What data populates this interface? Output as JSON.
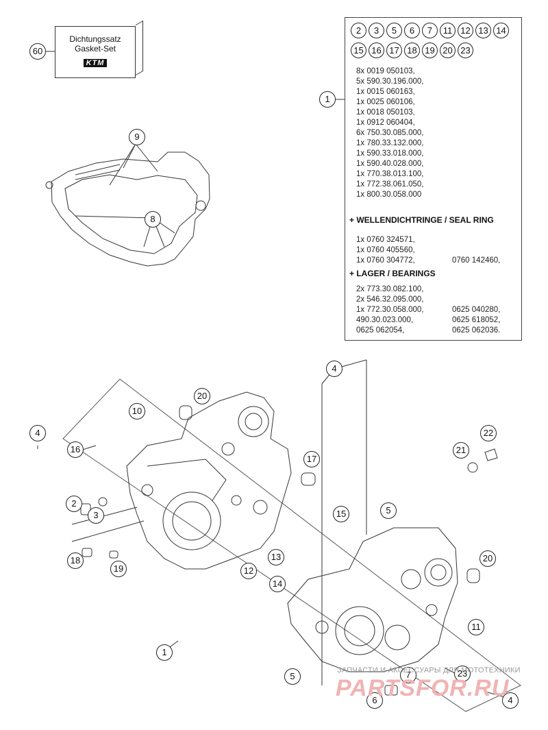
{
  "gasket_set": {
    "label_de": "Dichtungssatz",
    "label_en": "Gasket-Set",
    "logo": "KTM",
    "part_no": "60"
  },
  "legend": {
    "circle_numbers": [
      "2",
      "3",
      "5",
      "6",
      "7",
      "11",
      "12",
      "13",
      "14",
      "15",
      "16",
      "17",
      "18",
      "19",
      "20",
      "23"
    ],
    "part_no": "1",
    "parts": [
      "8x 0019 050103,",
      "5x 590.30.196.000,",
      "1x 0015 060163,",
      "1x 0025 060106,",
      "1x 0018 050103,",
      "1x 0912 060404,",
      "6x 750.30.085.000,",
      "1x 780.33.132.000,",
      "1x 590.33.018.000,",
      "1x 590.40.028.000,",
      "1x 770.38.013.100,",
      "1x 772.38.061.050,",
      "1x 800.30.058.000"
    ],
    "seal_heading": "+ WELLENDICHTRINGE /  SEAL RING",
    "seals_left": [
      "1x 0760 324571,",
      "1x 0760 405560,",
      "1x 0760 304772,"
    ],
    "seals_right": [
      "",
      "",
      "0760 142460,"
    ],
    "bearing_heading": "+ LAGER / BEARINGS",
    "bearings_left": [
      "2x 773.30.082.100,",
      "2x 546.32.095.000,",
      "1x 772.30.058.000,",
      "490.30.023.000,",
      "0625 062054,"
    ],
    "bearings_right": [
      "",
      "",
      "0625 040280,",
      "0625 618052,",
      "0625 062036."
    ]
  },
  "callouts": {
    "c1": "1",
    "c2": "2",
    "c3": "3",
    "c4a": "4",
    "c4b": "4",
    "c4c": "4",
    "c5a": "5",
    "c5b": "5",
    "c6": "6",
    "c7": "7",
    "c8": "8",
    "c9": "9",
    "c10": "10",
    "c11": "11",
    "c12": "12",
    "c13": "13",
    "c14": "14",
    "c15": "15",
    "c16": "16",
    "c17": "17",
    "c18": "18",
    "c19": "19",
    "c20a": "20",
    "c20b": "20",
    "c21": "21",
    "c22": "22",
    "c23": "23",
    "c1b": "1"
  },
  "watermark": {
    "text": "ЗАПЧАСТИ И АКСЕССУАРЫ ДЛЯ МОТОТЕХНИКИ",
    "logo": "PARTSFOR.RU"
  }
}
